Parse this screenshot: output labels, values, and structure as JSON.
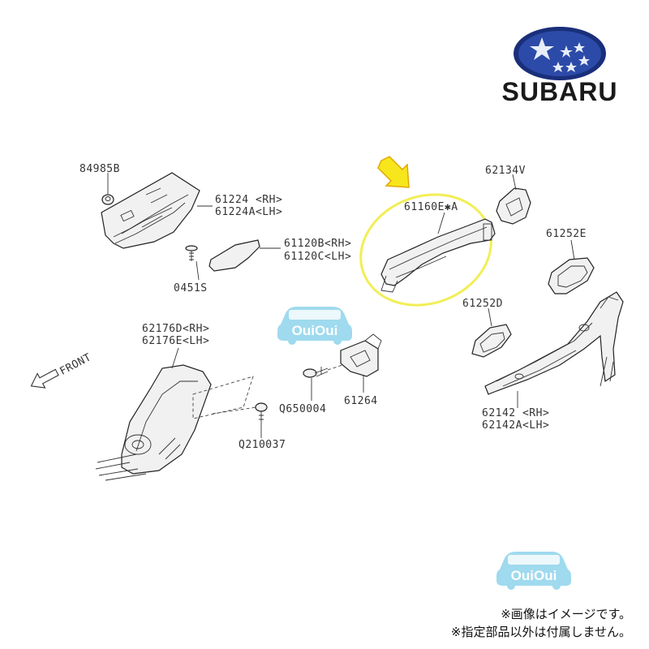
{
  "brand": {
    "name": "SUBARU",
    "emblem_colors": {
      "ring": "#1a2f7a",
      "field": "#2c4aa8",
      "stars": "#e8eef8"
    }
  },
  "highlight": {
    "circle_color": "#f2ee55",
    "arrow_color": "#f7e61c",
    "part_label": "61160E✱A"
  },
  "labels": {
    "p84985b": "84985B",
    "p61224": "61224 <RH>",
    "p61224a": "61224A<LH>",
    "p61120b": "61120B<RH>",
    "p61120c": "61120C<LH>",
    "p0451s": "0451S",
    "p62134v": "62134V",
    "p61252e": "61252E",
    "p61252d": "61252D",
    "p62176d": "62176D<RH>",
    "p62176e": "62176E<LH>",
    "front": "FRONT",
    "pq650004": "Q650004",
    "p61264": "61264",
    "pq210037": "Q210037",
    "p62142": "62142 <RH>",
    "p62142a": "62142A<LH>"
  },
  "watermark": {
    "text": "OuiOui",
    "color": "#8fd4ec"
  },
  "notes": {
    "line1": "※画像はイメージです。",
    "line2": "※指定部品以外は付属しません。"
  }
}
